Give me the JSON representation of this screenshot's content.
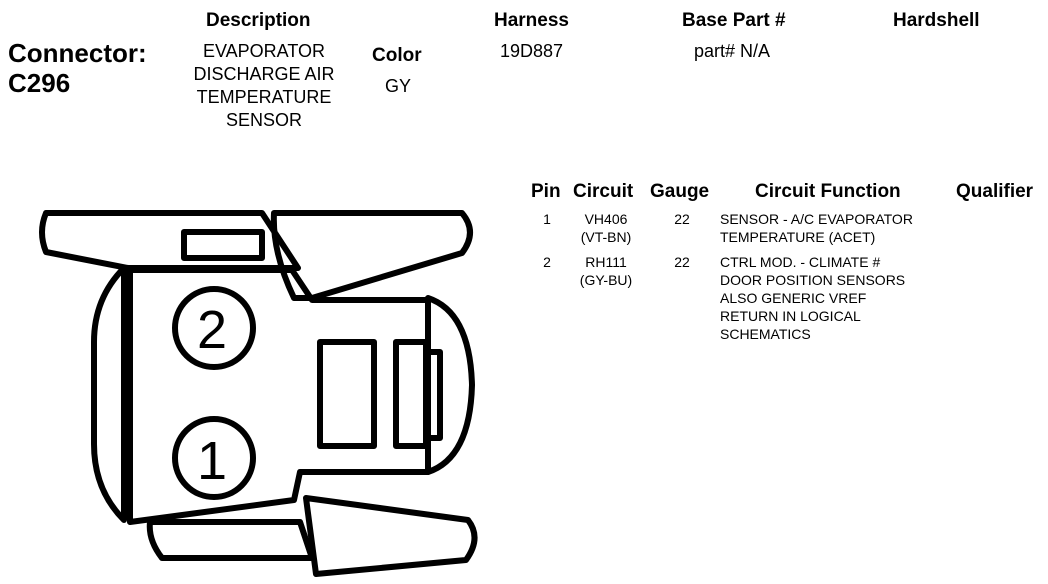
{
  "connector": {
    "label": "Connector:",
    "id": "C296"
  },
  "headers": {
    "description": "Description",
    "color": "Color",
    "harness": "Harness",
    "base_part": "Base Part #",
    "hardshell": "Hardshell"
  },
  "values": {
    "description_lines": [
      "EVAPORATOR",
      "DISCHARGE AIR",
      "TEMPERATURE",
      "SENSOR"
    ],
    "color": "GY",
    "harness": "19D887",
    "base_part": "part# N/A",
    "hardshell": ""
  },
  "pin_table": {
    "columns": {
      "pin": "Pin",
      "circuit": "Circuit",
      "gauge": "Gauge",
      "function": "Circuit Function",
      "qualifier": "Qualifier"
    },
    "rows": [
      {
        "pin": "1",
        "circuit": [
          "VH406",
          "(VT-BN)"
        ],
        "gauge": "22",
        "function": [
          "SENSOR - A/C EVAPORATOR",
          "TEMPERATURE (ACET)"
        ],
        "qualifier": ""
      },
      {
        "pin": "2",
        "circuit": [
          "RH111",
          "(GY-BU)"
        ],
        "gauge": "22",
        "function": [
          "CTRL MOD. - CLIMATE #",
          "DOOR POSITION SENSORS",
          "ALSO GENERIC VREF",
          "RETURN IN LOGICAL",
          "SCHEMATICS"
        ],
        "qualifier": ""
      }
    ]
  },
  "diagram": {
    "pin_labels": [
      "2",
      "1"
    ]
  }
}
